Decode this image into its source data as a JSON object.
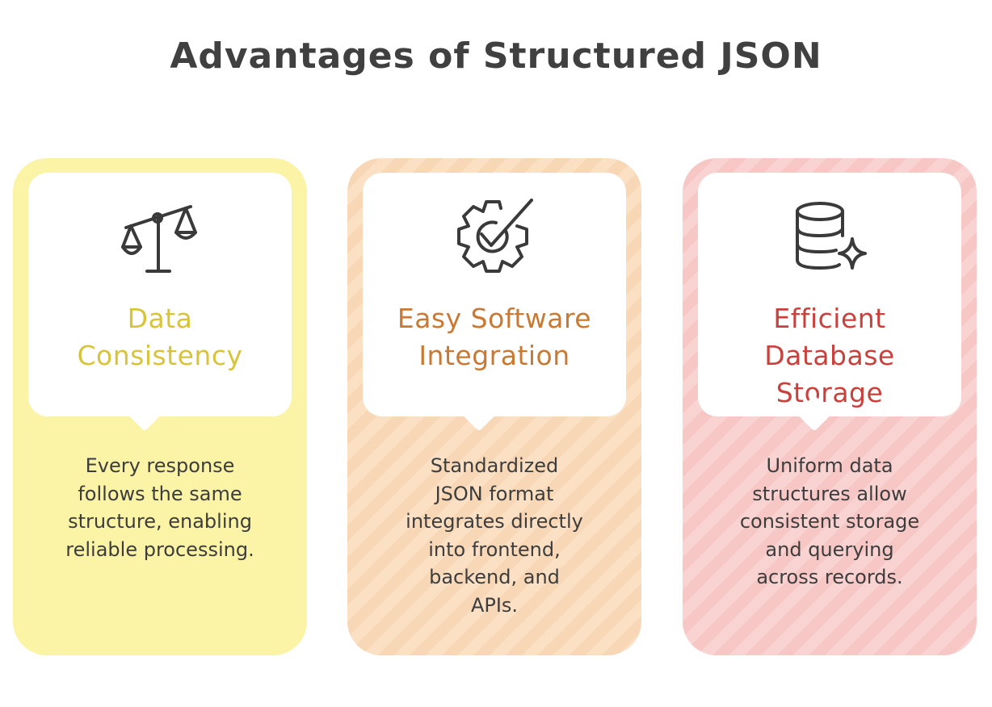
{
  "title": "Advantages of Structured JSON",
  "cards": [
    {
      "heading": "Data\nConsistency",
      "description": "Every response\nfollows the same\nstructure, enabling\nreliable processing.",
      "icon": "balance-scale-icon",
      "color": "#d8c43a"
    },
    {
      "heading": "Easy Software\nIntegration",
      "description": "Standardized\nJSON format\nintegrates directly\ninto frontend,\nbackend, and\nAPIs.",
      "icon": "gear-check-icon",
      "color": "#c87a34"
    },
    {
      "heading": "Efficient\nDatabase\nStorage",
      "description": "Uniform data\nstructures allow\nconsistent storage\nand querying\nacross records.",
      "icon": "database-sparkle-icon",
      "color": "#c9413d"
    }
  ]
}
